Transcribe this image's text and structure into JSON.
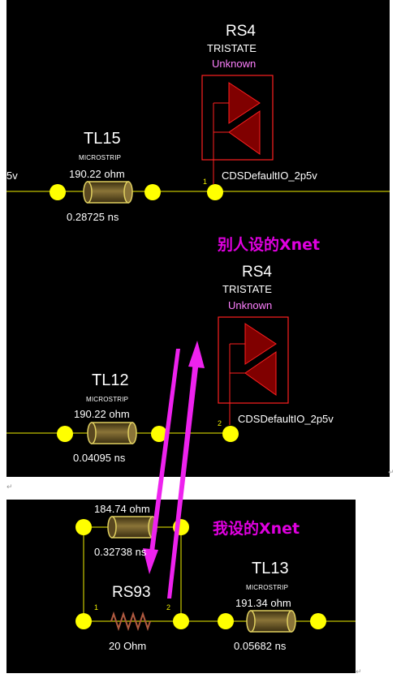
{
  "panel1": {
    "rs": {
      "name": "RS4",
      "mode": "TRISTATE",
      "state": "Unknown",
      "model": "CDSDefaultIO_2p5v",
      "pin": "1"
    },
    "tl": {
      "name": "TL15",
      "type": "MICROSTRIP",
      "impedance": "190.22 ohm",
      "delay": "0.28725 ns"
    },
    "left_label": "5v"
  },
  "panel2": {
    "rs": {
      "name": "RS4",
      "mode": "TRISTATE",
      "state": "Unknown",
      "model": "CDSDefaultIO_2p5v",
      "pin": "2"
    },
    "tl": {
      "name": "TL12",
      "type": "MICROSTRIP",
      "impedance": "190.22 ohm",
      "delay": "0.04095 ns"
    },
    "annotation": "别人设的Xnet"
  },
  "panel3": {
    "upper_tl": {
      "impedance": "184.74 ohm",
      "delay": "0.32738 ns"
    },
    "resistor": {
      "name": "RS93",
      "value": "20 Ohm",
      "pin_left": "1",
      "pin_right": "2"
    },
    "tl": {
      "name": "TL13",
      "type": "MICROSTRIP",
      "impedance": "191.34 ohm",
      "delay": "0.05682 ns"
    },
    "annotation": "我设的Xnet"
  },
  "colors": {
    "background": "#000000",
    "wire": "#f0f000",
    "node": "#ffff00",
    "tline_fill": "#7a6630",
    "tline_stroke": "#e0d060",
    "buffer": "#800000",
    "buffer_border": "#ff2020",
    "resistor": "#b05a40",
    "arrow": "#ee22ee",
    "annotation": "#e000e0"
  }
}
